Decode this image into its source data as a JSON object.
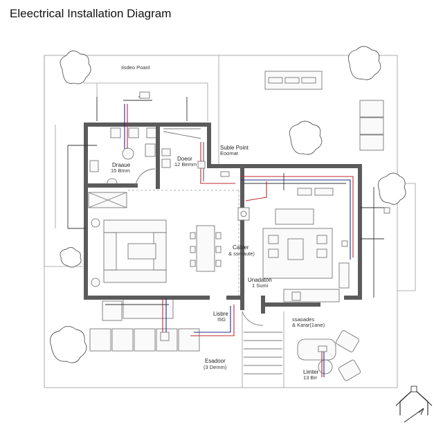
{
  "title": "Eleectrical Installation Diagram",
  "labels": {
    "top_room": "Iisdeo Poanl",
    "bath_name": "Draaue",
    "bath_size": "15 Bmm",
    "utility_name": "Doeor",
    "utility_size": "12 Bemm",
    "suble_point": "Suble Point",
    "suble_sub": "Eoomat",
    "dining_name": "Cabler",
    "dining_sub": "& ssmaute)",
    "undation_name": "Unadaton",
    "undation_sub": "1 Sumi",
    "libre_name": "Lisbre",
    "libre_sub": "I5G",
    "garden_name": "Esadoor",
    "garden_sub": "(3 Demm)",
    "patio_name": "ssaoades",
    "patio_sub": "& Karar(1ane)",
    "limter_name": "Limter",
    "limter_sub": "13 Brr"
  },
  "colors": {
    "wall": "#5b5b5b",
    "live_wire": "#c0282d",
    "neutral_wire": "#1e2a8a",
    "earth_wire": "#333333"
  },
  "icons": {
    "compass": "house-compass-icon",
    "trees": "tree-icon",
    "outlets": "socket-icon"
  }
}
